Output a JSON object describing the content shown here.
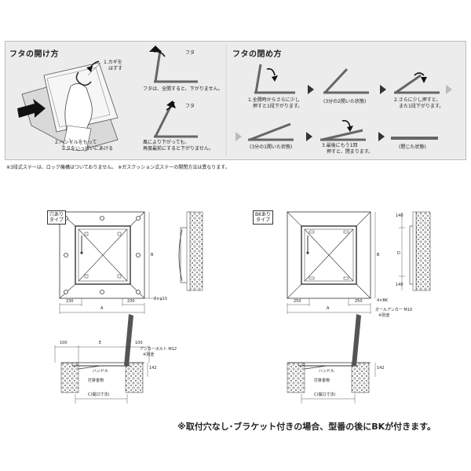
{
  "opening": {
    "title": "フタの開け方",
    "step1": [
      "1.カギを",
      "はずす"
    ],
    "step2": [
      "2.ハンドルをもって",
      "フタをいっぱいにあける"
    ],
    "lid_label_1": "フタ",
    "lid_caption_1": "フタは、全開すると、下がりません。",
    "lid_label_2": "フタ",
    "lid_caption_2": [
      "風により下がっても、",
      "再度最前にすると下がりません。"
    ]
  },
  "closing": {
    "title": "フタの閉め方",
    "step1": [
      "1.全開時からさらに少し",
      "押すと1段下がります。"
    ],
    "state_third2": "(3分の2開いた状態)",
    "step2": [
      "2.さらに少し押すと、",
      "また1段下がります。"
    ],
    "state_third1": "(3分の1開いた状態)",
    "step3": [
      "3.最後にもう1回",
      "押すと、閉まります。"
    ],
    "state_closed": "(閉じた状態)"
  },
  "footnote": "※3段式ステーは、ロック機構はついておりません。 ※ガスクッション式ステーの開閉方法は異なります。",
  "type_a": {
    "tag": [
      "穴あり",
      "タイプ"
    ],
    "dim_left": "230",
    "dim_right": "230",
    "dim_width": "A",
    "dim_height": "B",
    "holes": "8×φ15",
    "sec_left": "100",
    "sec_E": "E",
    "sec_right": "100",
    "anchor": "アンカーボルト M12",
    "anchor_note": "※別途",
    "handle": "ハンドル",
    "hinge": "打掛金物",
    "dim_142": "142",
    "opening": "C(開口寸法)"
  },
  "type_b": {
    "tag": [
      "BKあり",
      "タイプ"
    ],
    "dim_left": "250",
    "dim_right": "250",
    "dim_width": "A",
    "dim_height": "B",
    "dim_140_top": "140",
    "dim_D": "D",
    "dim_140_bot": "140",
    "bk": "4×BK",
    "anchor": "オールアンカー M10",
    "anchor_note": "※別途",
    "handle": "ハンドル",
    "hinge": "打掛金物",
    "dim_142": "142",
    "opening": "C(開口寸法)"
  },
  "bottom_note": "※取付穴なし･ブラケット付きの場合、型番の後にBKが付きます。"
}
